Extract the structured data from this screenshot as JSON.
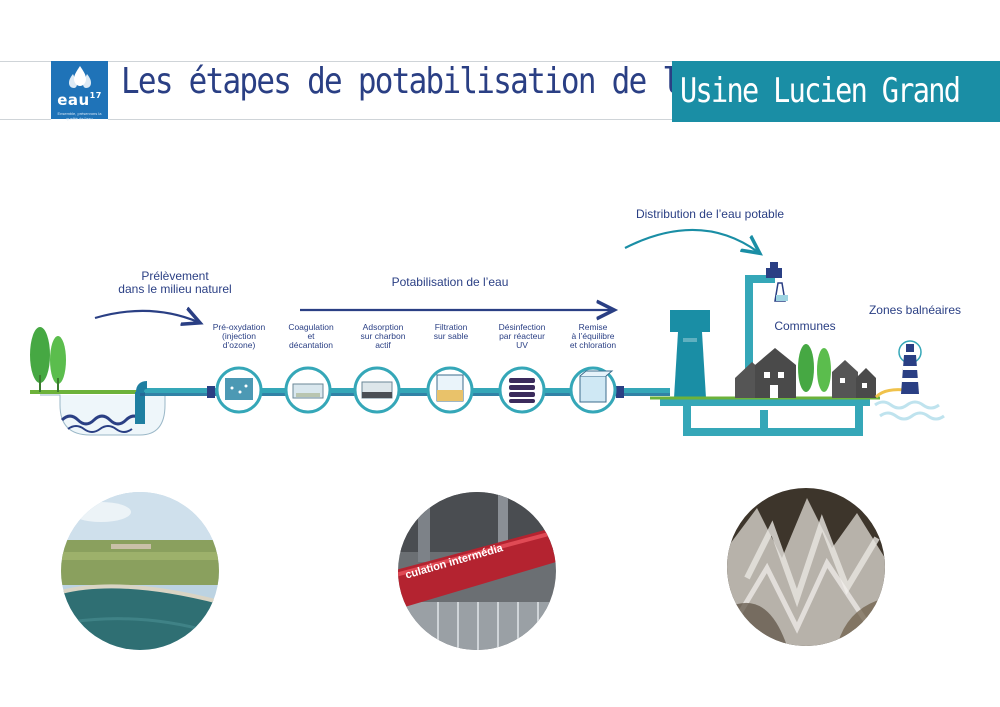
{
  "header": {
    "logo_text": "eau",
    "logo_superscript": "17",
    "logo_tagline": "Ensemble, préservons la qualité de l'eau",
    "title": "Les étapes de potabilisation de l’eau",
    "plant_name": "Usine Lucien Grand"
  },
  "process": {
    "intake_label": "Prélèvement\ndans le milieu naturel",
    "treatment_label": "Potabilisation de l’eau",
    "distribution_label": "Distribution de l’eau potable",
    "communes_label": "Communes",
    "beaches_label": "Zones balnéaires",
    "steps": [
      {
        "label": "Pré-oxydation\n(injection\nd’ozone)"
      },
      {
        "label": "Coagulation\net\ndécantation"
      },
      {
        "label": "Adsorption\nsur charbon\nactif"
      },
      {
        "label": "Filtration\nsur sable"
      },
      {
        "label": "Désinfection\npar réacteur\nUV"
      },
      {
        "label": "Remise\nà l’équilibre\net chloration"
      }
    ]
  },
  "photos": [
    {
      "subject": "aerial-reservoir"
    },
    {
      "subject": "uv-reactor-pipe",
      "text": "culation intermédia"
    },
    {
      "subject": "sand-filter-media"
    }
  ],
  "colors": {
    "navy": "#2a3f84",
    "teal": "#1a8ea5",
    "pipe": "#35a7b8",
    "green": "#46a843",
    "logo_blue": "#1f73b8"
  }
}
